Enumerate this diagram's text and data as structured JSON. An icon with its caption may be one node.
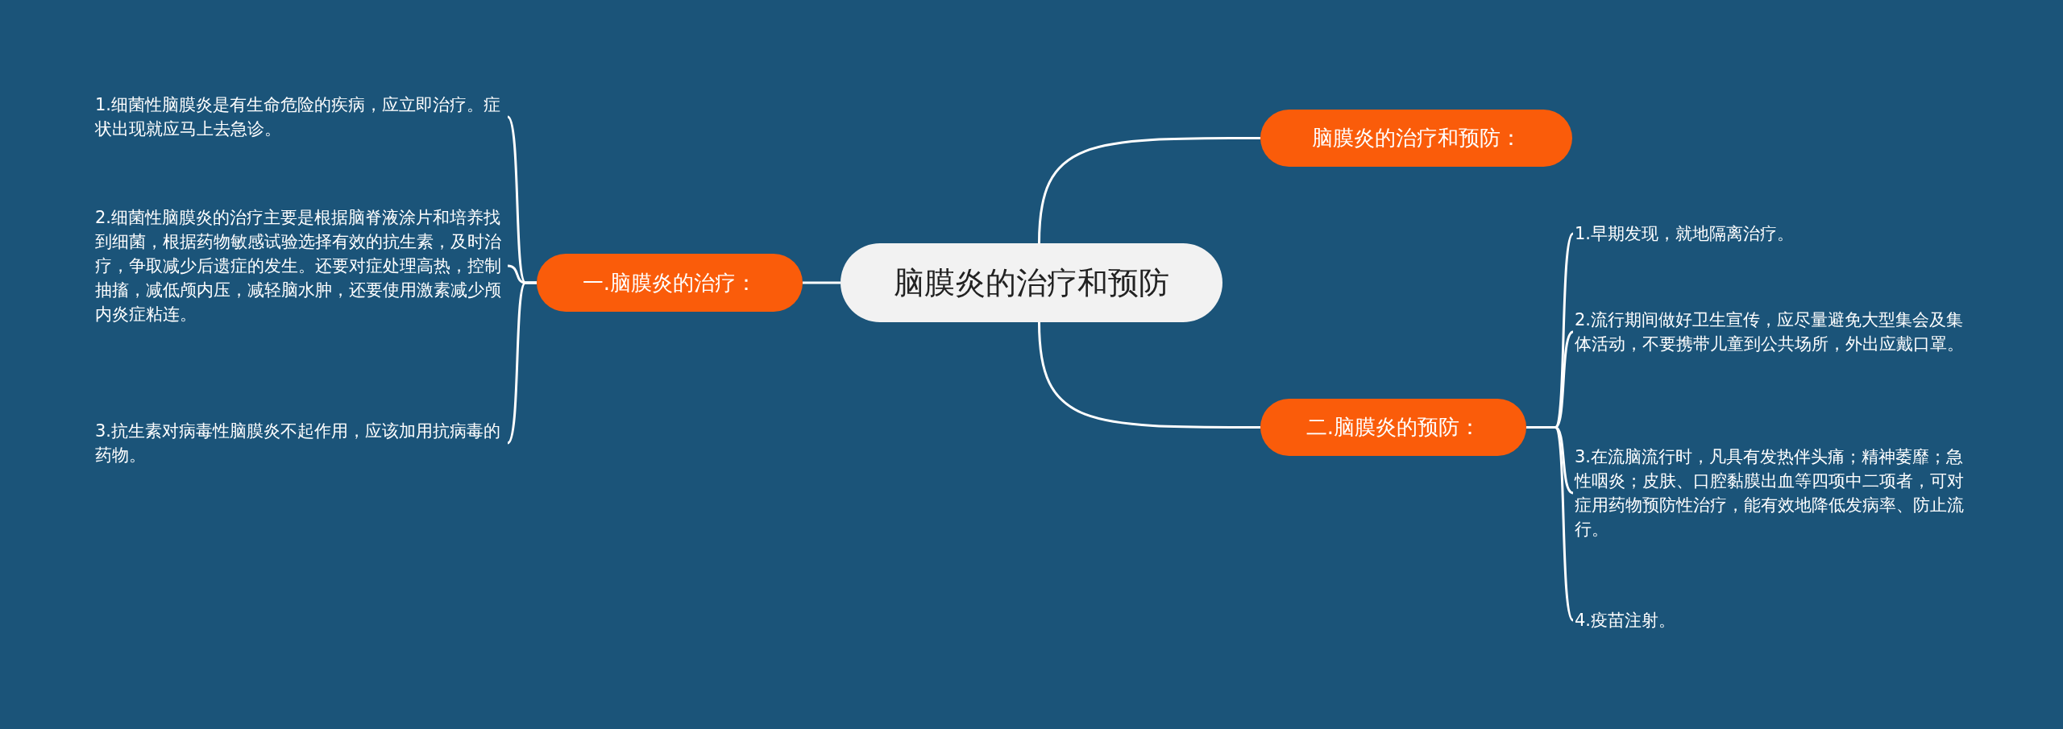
{
  "diagram": {
    "nodes": [
      {
        "text": [
          "脑膜炎的治疗和预防"
        ]
      },
      {
        "text": [
          "一.脑膜炎的治疗："
        ]
      },
      {
        "text": [
          "1.细菌性脑膜炎是有生命危险的疾病，应立即治疗。症状出现就应马上去急诊。"
        ]
      },
      {
        "text": [
          "2.细菌性脑膜炎的治疗主要是根据脑脊液涂片和培养找到细菌，根据药物敏感试验选择有效的抗生素，及时治疗，争取减少后遗症的发生。还要对症处理高热，控制抽搐，减低颅内压，减轻脑水肿，还要使用激素减少颅内炎症粘连。"
        ]
      },
      {
        "text": [
          "3.抗生素对病毒性脑膜炎不起作用，应该加用抗病毒的药物。"
        ]
      },
      {
        "text": [
          "脑膜炎的治疗和预防："
        ]
      },
      {
        "text": [
          "二.脑膜炎的预防："
        ]
      },
      {
        "text": [
          "1.早期发现，就地隔离治疗。"
        ]
      },
      {
        "text": [
          "2.流行期间做好卫生宣传，应尽量避免大型集会及集体活动，不要携带儿童到公共场所，外出应戴口罩。"
        ]
      },
      {
        "text": [
          "3.在流脑流行时，凡具有发热伴头痛；精神萎靡；急性咽炎；皮肤、口腔黏膜出血等四项中二项者，可对症用药物预防性治疗，能有效地降低发病率、防止流行。"
        ]
      },
      {
        "text": [
          "4.疫苗注射。"
        ]
      }
    ],
    "edges": [
      {
        "from": 0,
        "to": 1,
        "arrow": "none"
      },
      {
        "from": 1,
        "to": 2,
        "arrow": "none"
      },
      {
        "from": 1,
        "to": 3,
        "arrow": "none"
      },
      {
        "from": 1,
        "to": 4,
        "arrow": "none"
      },
      {
        "from": 0,
        "to": 5,
        "arrow": "none"
      },
      {
        "from": 0,
        "to": 6,
        "arrow": "none"
      },
      {
        "from": 6,
        "to": 7,
        "arrow": "none"
      },
      {
        "from": 6,
        "to": 8,
        "arrow": "none"
      },
      {
        "from": 6,
        "to": 9,
        "arrow": "none"
      },
      {
        "from": 6,
        "to": 10,
        "arrow": "none"
      }
    ]
  }
}
